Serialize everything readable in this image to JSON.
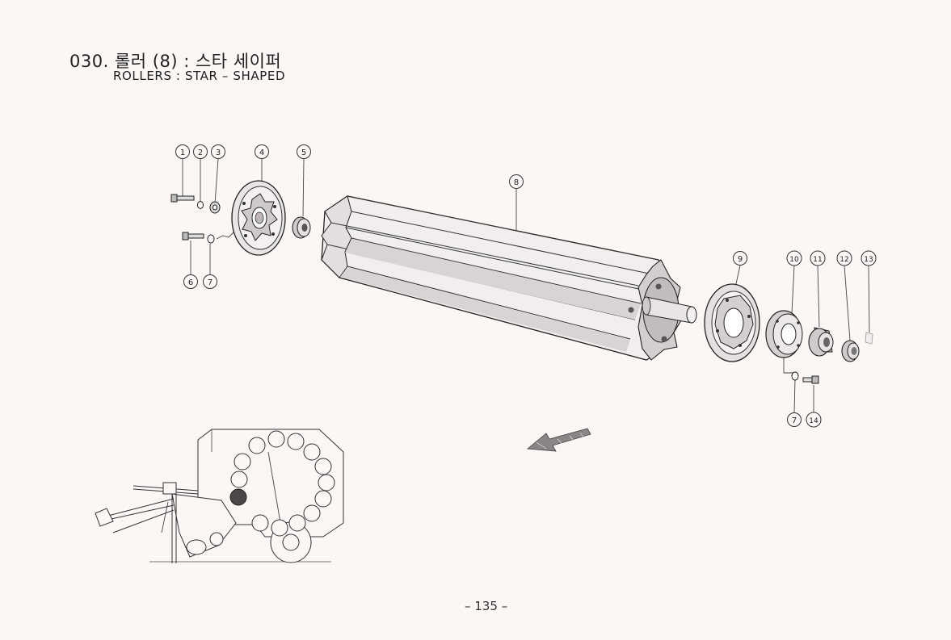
{
  "header": {
    "section_number": "030.",
    "title_korean": "롤러 (8) : 스타 세이퍼",
    "title_english": "ROLLERS : STAR – SHAPED"
  },
  "callouts": [
    "1",
    "2",
    "3",
    "4",
    "5",
    "6",
    "7",
    "8",
    "9",
    "10",
    "11",
    "12",
    "13",
    "7",
    "14"
  ],
  "footer": {
    "page_number": "– 135 –"
  }
}
